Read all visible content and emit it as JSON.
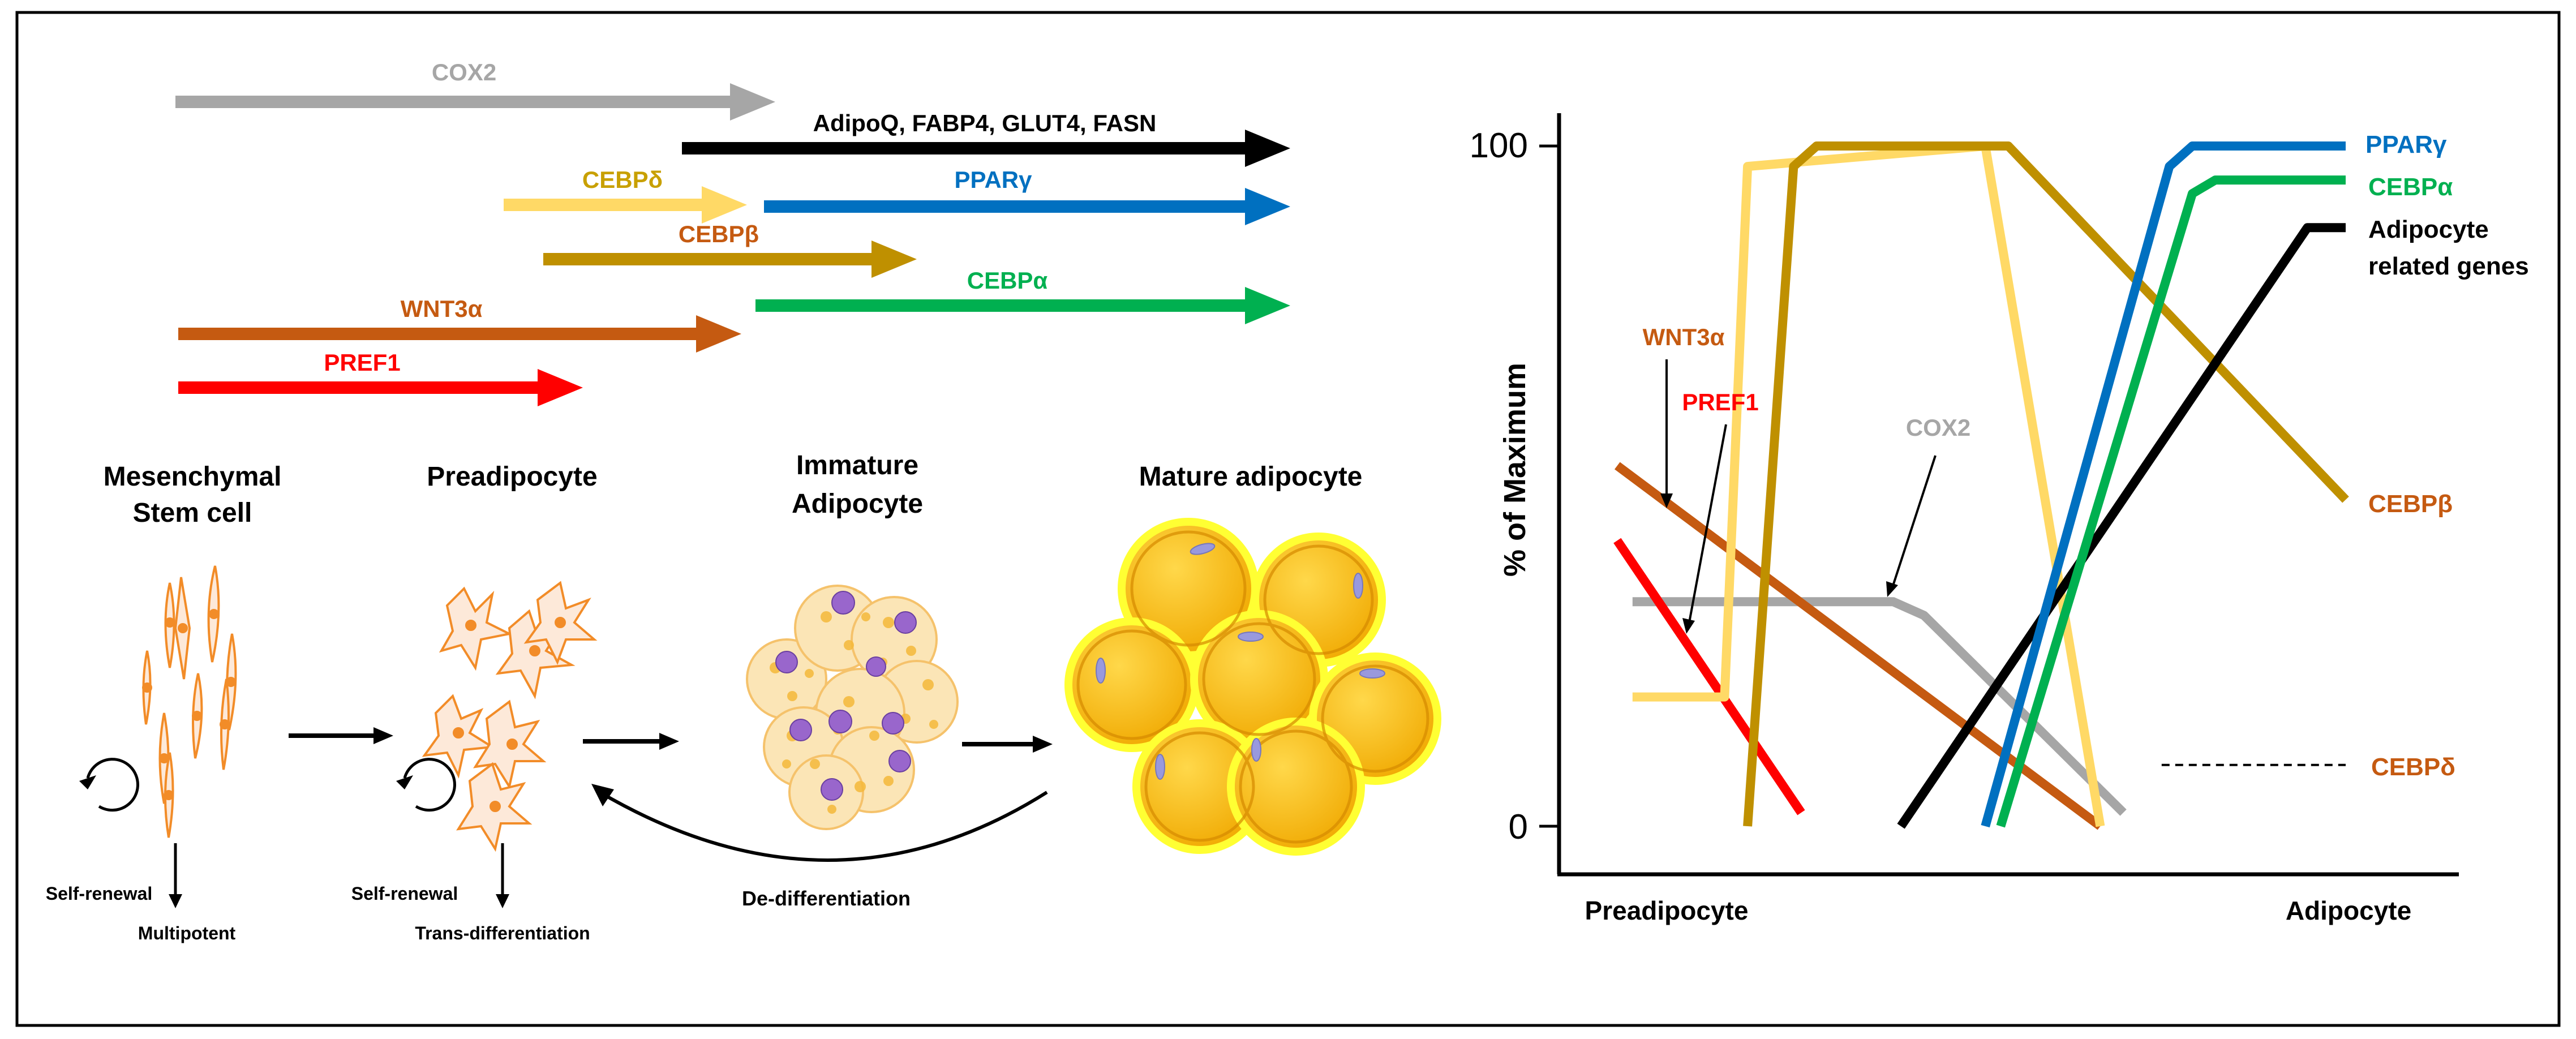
{
  "colors": {
    "cox2": "#a6a6a6",
    "mature_genes": "#000000",
    "cebp_delta": "#ffd966",
    "cebp_delta_label": "#c8a000",
    "ppar_gamma": "#0070c0",
    "cebp_beta": "#bf9000",
    "cebp_beta_label": "#c55a11",
    "cebp_alpha": "#00b050",
    "wnt3a": "#c55a11",
    "pref1": "#ff0000",
    "cell_orange": "#f28c28",
    "fat_yellow": "#ffc000",
    "nucleus_purple": "#9966cc"
  },
  "arrows": {
    "cox2": "COX2",
    "mature_genes": "AdipoQ, FABP4, GLUT4, FASN",
    "cebp_delta": "CEBPδ",
    "ppar_gamma": "PPARγ",
    "cebp_beta": "CEBPβ",
    "cebp_alpha": "CEBPα",
    "wnt3a": "WNT3α",
    "pref1": "PREF1"
  },
  "stages": {
    "msc_line1": "Mesenchymal",
    "msc_line2": "Stem cell",
    "preadipocyte": "Preadipocyte",
    "immature_line1": "Immature",
    "immature_line2": "Adipocyte",
    "mature": "Mature adipocyte"
  },
  "cycle_labels": {
    "msc_self_renewal": "Self-renewal",
    "msc_multipotent": "Multipotent",
    "pre_self_renewal": "Self-renewal",
    "pre_trans": "Trans-differentiation",
    "dedifferentiation": "De-differentiation"
  },
  "chart_data": {
    "type": "line",
    "xlabel_left": "Preadipocyte",
    "xlabel_right": "Adipocyte",
    "ylabel": "% of Maximum",
    "ylim": [
      0,
      100
    ],
    "yticks": [
      "100",
      "0"
    ],
    "annotations": [
      "WNT3α",
      "PREF1",
      "COX2"
    ],
    "series": [
      {
        "name": "PPARγ",
        "x": [
          0.53,
          0.77,
          0.8,
          1.0
        ],
        "y": [
          0,
          97,
          100,
          100
        ]
      },
      {
        "name": "CEBPα",
        "x": [
          0.55,
          0.8,
          0.83,
          1.0
        ],
        "y": [
          0,
          93,
          95,
          95
        ]
      },
      {
        "name": "Adipocyte related genes",
        "x": [
          0.42,
          0.95,
          1.0
        ],
        "y": [
          0,
          88,
          88
        ]
      },
      {
        "name": "CEBPβ",
        "x": [
          0.22,
          0.28,
          0.31,
          0.56,
          1.0
        ],
        "y": [
          0,
          97,
          100,
          100,
          48
        ]
      },
      {
        "name": "CEBPδ",
        "x": [
          0.07,
          0.19,
          0.22,
          0.53,
          0.68
        ],
        "y": [
          19,
          19,
          97,
          100,
          0
        ]
      },
      {
        "name": "WNT3α",
        "x": [
          0.05,
          0.68
        ],
        "y": [
          53,
          0
        ]
      },
      {
        "name": "PREF1",
        "x": [
          0.05,
          0.29
        ],
        "y": [
          42,
          2
        ]
      },
      {
        "name": "COX2",
        "x": [
          0.07,
          0.41,
          0.45,
          0.71
        ],
        "y": [
          33,
          33,
          31,
          2
        ]
      },
      {
        "name": "CEBPδ",
        "x": [
          0.76,
          1.0
        ],
        "y": [
          9,
          9
        ],
        "dashed": true
      }
    ]
  }
}
